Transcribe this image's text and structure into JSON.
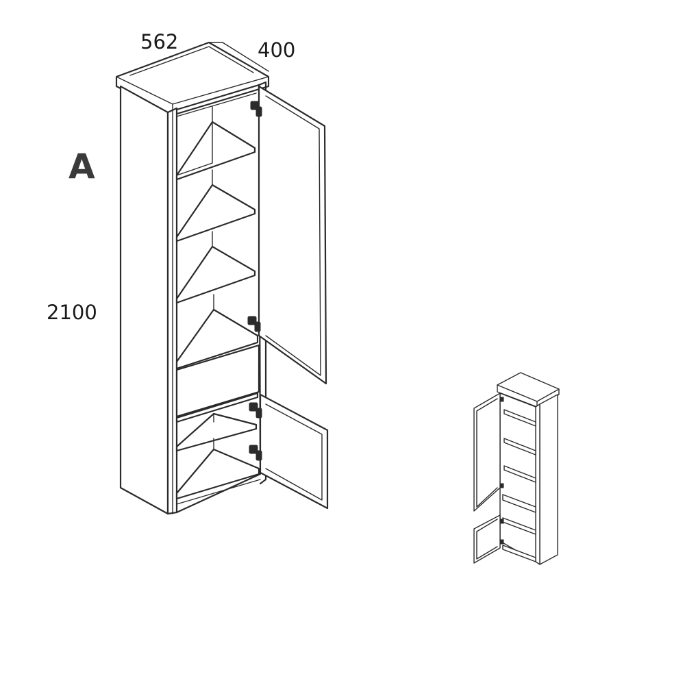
{
  "dimensions": {
    "width": "562",
    "depth": "400",
    "height": "2100"
  },
  "variant": {
    "label": "A"
  },
  "icons": {
    "main": "cabinet-drawing-large",
    "thumb": "cabinet-drawing-mirrored-thumbnail"
  }
}
